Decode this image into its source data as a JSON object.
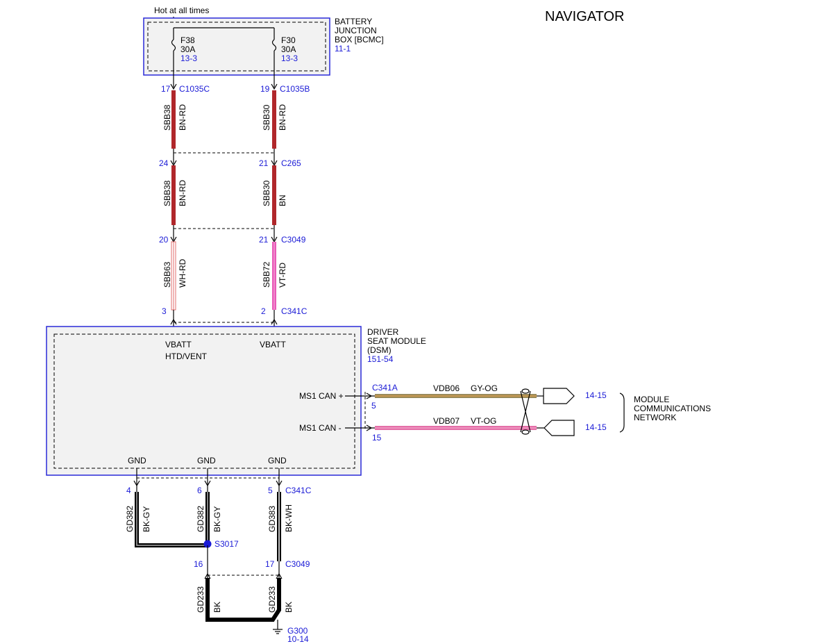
{
  "title": "NAVIGATOR",
  "power_label": "Hot at all times",
  "bjb": {
    "name_line1": "BATTERY",
    "name_line2": "JUNCTION",
    "name_line3": "BOX [BCMC]",
    "ref": "11-1"
  },
  "fuses": [
    {
      "id": "F38",
      "rating": "30A",
      "ref": "13-3"
    },
    {
      "id": "F30",
      "rating": "30A",
      "ref": "13-3"
    }
  ],
  "connectors": {
    "c1035c": {
      "pin": "17",
      "name": "C1035C"
    },
    "c1035b": {
      "pin": "19",
      "name": "C1035B"
    },
    "c265_left_pin": "24",
    "c265": {
      "pin": "21",
      "name": "C265"
    },
    "c3049_top_left_pin": "20",
    "c3049_top": {
      "pin": "21",
      "name": "C3049"
    },
    "c341c_top_left_pin": "3",
    "c341c_top": {
      "pin": "2",
      "name": "C341C"
    },
    "c341a": {
      "name": "C341A",
      "pin_plus": "5",
      "pin_minus": "15"
    },
    "c341c_bottom_pin_a": "4",
    "c341c_bottom_pin_b": "6",
    "c341c_bottom": {
      "pin": "5",
      "name": "C341C"
    },
    "c3049_bottom_pin_a": "16",
    "c3049_bottom": {
      "pin": "17",
      "name": "C3049"
    }
  },
  "wires": {
    "w1": {
      "circuit": "SBB38",
      "color": "BN-RD"
    },
    "w2": {
      "circuit": "SBB30",
      "color": "BN-RD"
    },
    "w3": {
      "circuit": "SBB38",
      "color": "BN-RD"
    },
    "w4": {
      "circuit": "SBB30",
      "color": "BN"
    },
    "w5": {
      "circuit": "SBB63",
      "color": "WH-RD"
    },
    "w6": {
      "circuit": "SBB72",
      "color": "VT-RD"
    },
    "w7": {
      "circuit": "GD382",
      "color": "BK-GY"
    },
    "w8": {
      "circuit": "GD382",
      "color": "BK-GY"
    },
    "w9": {
      "circuit": "GD383",
      "color": "BK-WH"
    },
    "w10": {
      "circuit": "GD233",
      "color": "BK"
    },
    "w11": {
      "circuit": "GD233",
      "color": "BK"
    },
    "can_plus": {
      "circuit": "VDB06",
      "color": "GY-OG"
    },
    "can_minus": {
      "circuit": "VDB07",
      "color": "VT-OG"
    }
  },
  "dsm": {
    "name_line1": "DRIVER",
    "name_line2": "SEAT MODULE",
    "name_line3": "(DSM)",
    "ref": "151-54",
    "pin_vbatt_htd": "VBATT",
    "pin_vbatt_htd_sub": "HTD/VENT",
    "pin_vbatt": "VBATT",
    "can_plus": "MS1 CAN +",
    "can_minus": "MS1 CAN -",
    "gnd1": "GND",
    "gnd2": "GND",
    "gnd3": "GND"
  },
  "network": {
    "ref_plus": "14-15",
    "ref_minus": "14-15",
    "line1": "MODULE",
    "line2": "COMMUNICATIONS",
    "line3": "NETWORK"
  },
  "splice": {
    "name": "S3017"
  },
  "ground": {
    "name": "G300",
    "ref": "10-14"
  },
  "colors": {
    "module_border": "#2a2ad8",
    "module_fill": "#f2f2f2",
    "bn_rd": "#b0272b",
    "wire_pink": "#e85ab8",
    "wire_wh_rd": "#e06d6d",
    "wire_black": "#000000",
    "can_plus": "#9a8a5a",
    "can_minus": "#e46fa8",
    "ref_blue": "#1a1ad6"
  }
}
